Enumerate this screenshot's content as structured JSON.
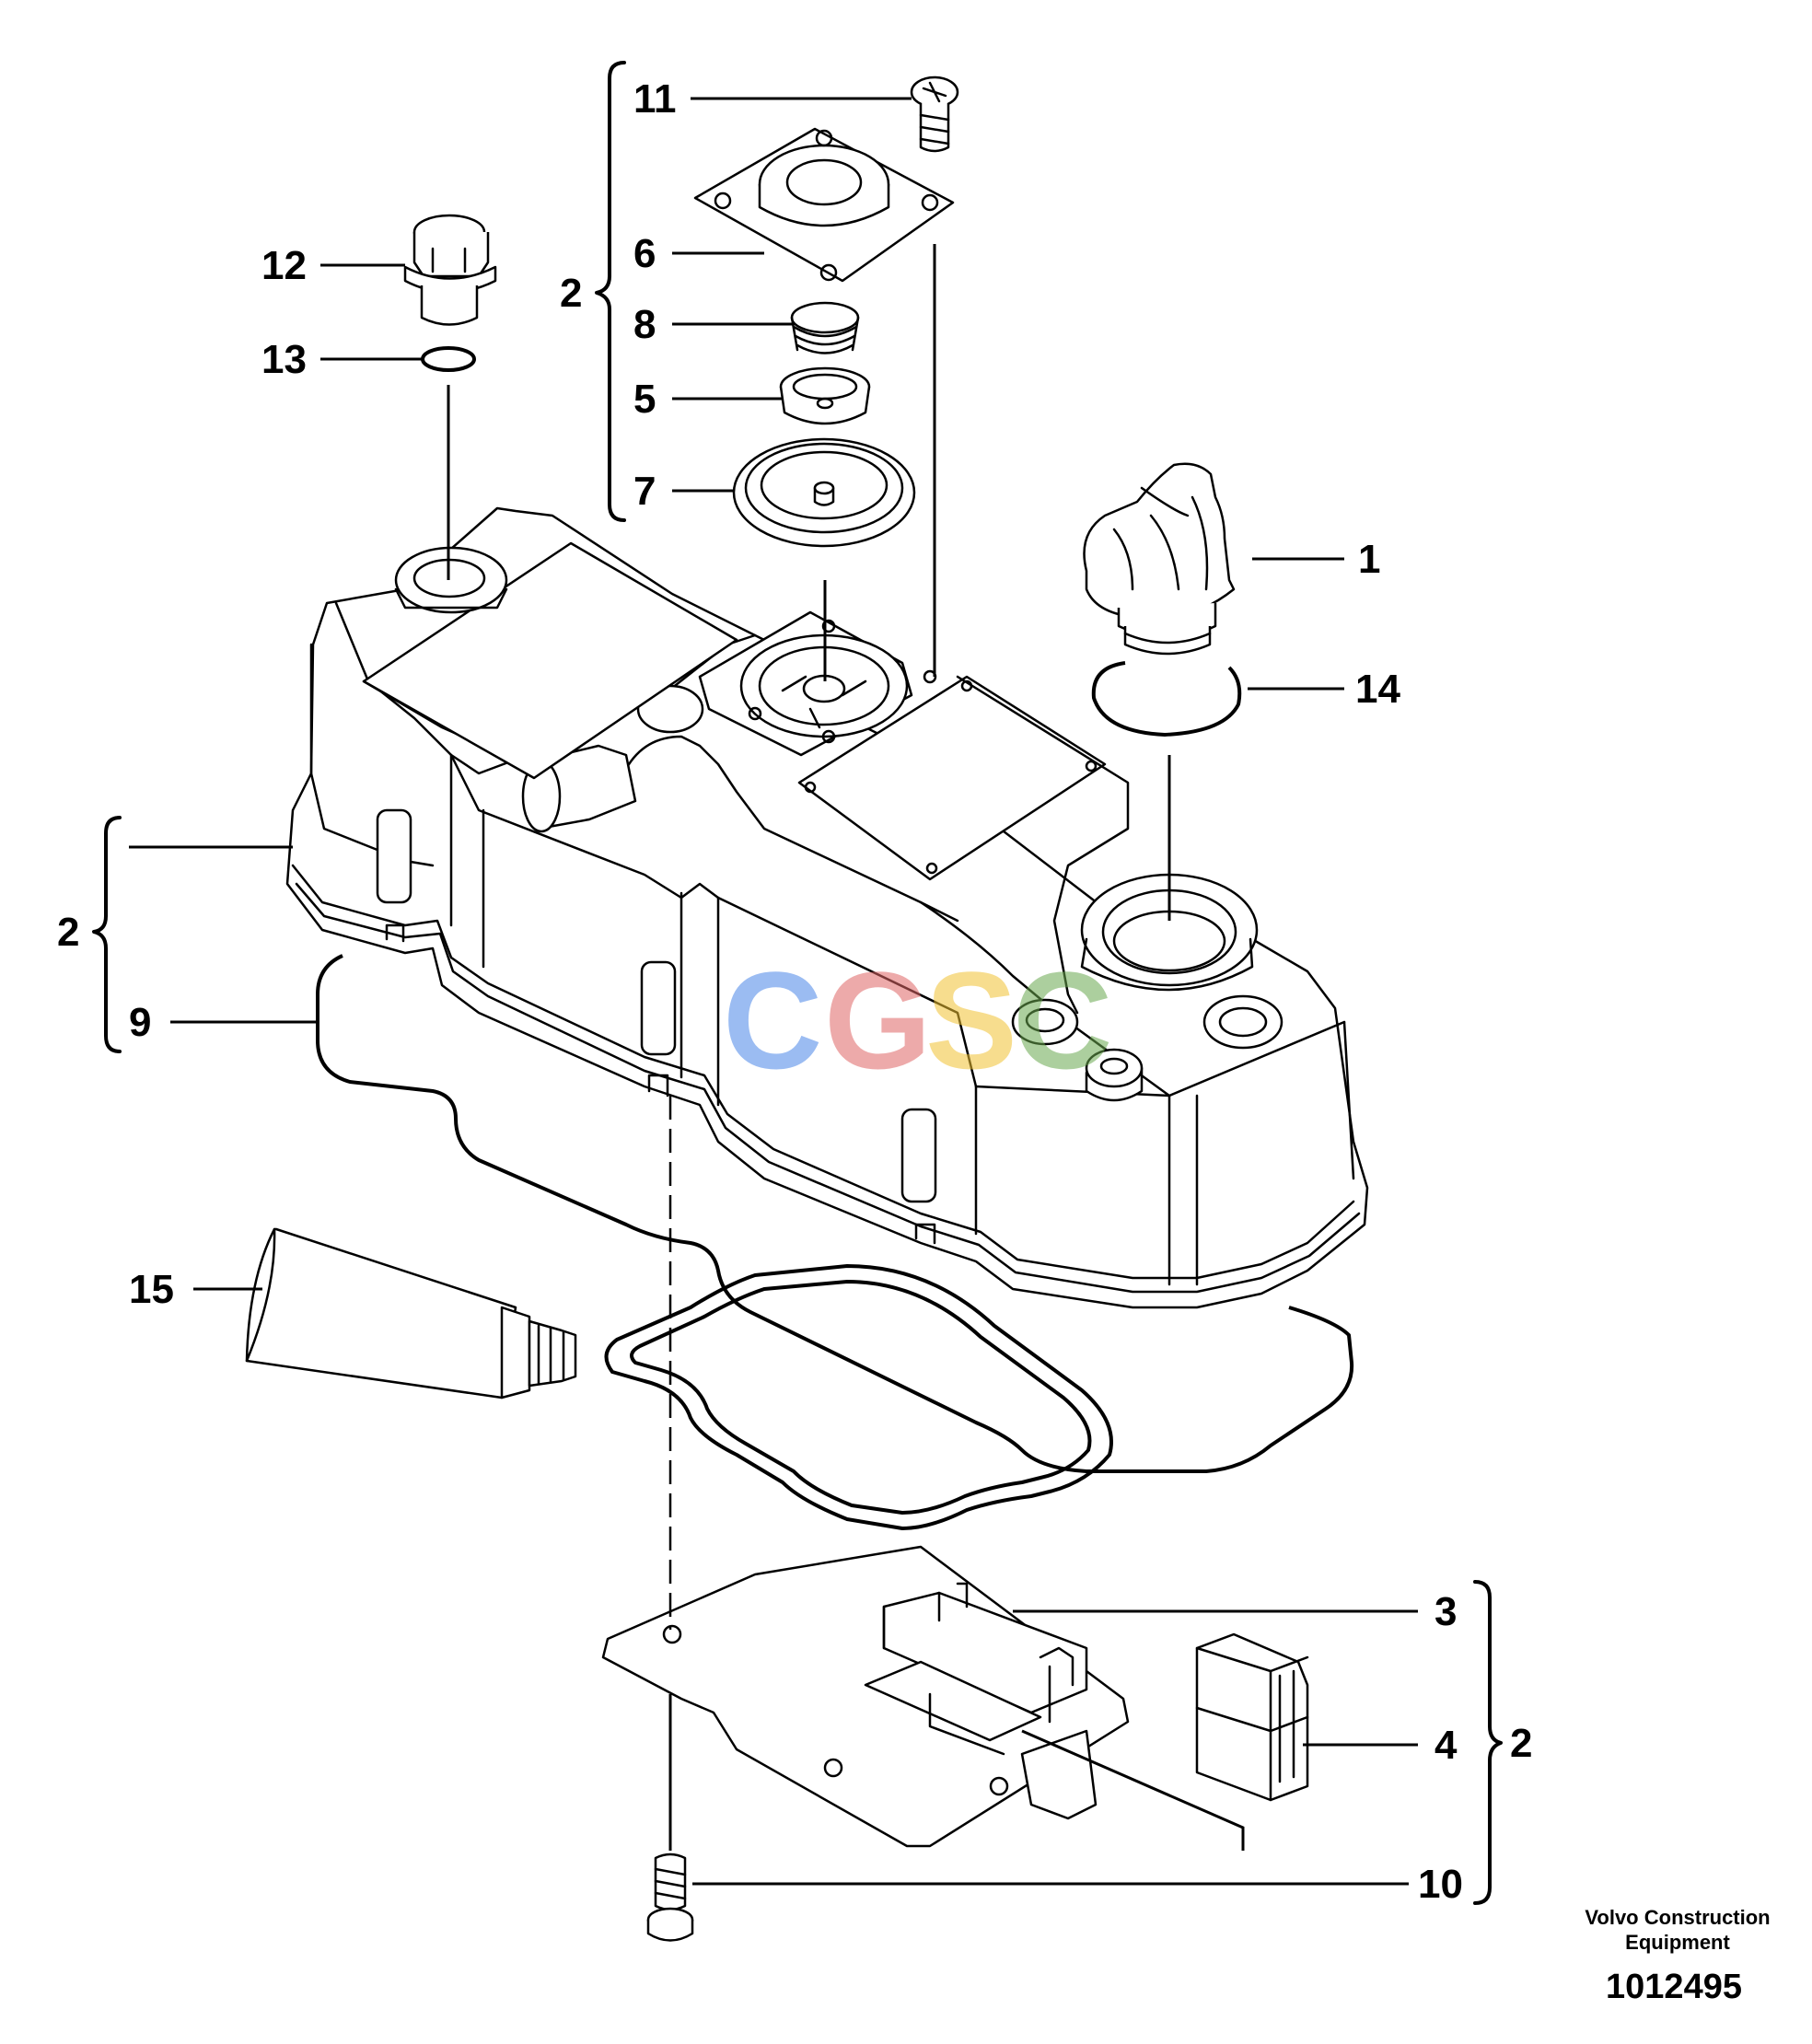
{
  "callouts": {
    "c1": "1",
    "c2_top": "2",
    "c2_left": "2",
    "c2_bottom": "2",
    "c3": "3",
    "c4": "4",
    "c5": "5",
    "c6": "6",
    "c7": "7",
    "c8": "8",
    "c9": "9",
    "c10": "10",
    "c11": "11",
    "c12": "12",
    "c13": "13",
    "c14": "14",
    "c15": "15"
  },
  "caption": {
    "line1": "Volvo Construction",
    "line2": "Equipment",
    "doc_number": "1012495"
  },
  "watermark": {
    "letters": [
      "C",
      "G",
      "S",
      "C"
    ],
    "colors": [
      "#4a86e8",
      "#e06666",
      "#f1c232",
      "#6aa84f"
    ]
  }
}
